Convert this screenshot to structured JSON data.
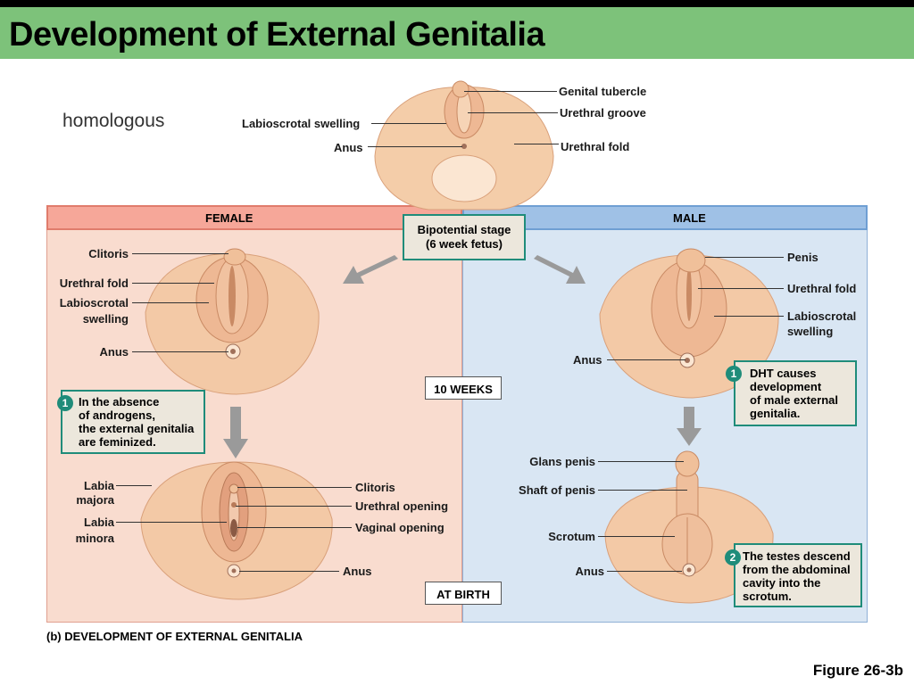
{
  "slide": {
    "title": "Development of External Genitalia",
    "annotation": "homologous",
    "caption": "(b) DEVELOPMENT OF EXTERNAL GENITALIA",
    "figure_ref": "Figure 26-3b"
  },
  "colors": {
    "title_bar": "#7dc27a",
    "female_panel": "#f9dccf",
    "female_header": "#f6a799",
    "male_panel": "#d9e6f3",
    "male_header": "#9fc1e6",
    "callout_border": "#1f8c7a",
    "skin": "#f3c9a6"
  },
  "bipotential": {
    "stage_label_line1": "Bipotential stage",
    "stage_label_line2": "(6 week fetus)",
    "labels": {
      "genital_tubercle": "Genital tubercle",
      "urethral_groove": "Urethral groove",
      "urethral_fold": "Urethral fold",
      "labioscrotal_swelling": "Labioscrotal swelling",
      "anus": "Anus"
    }
  },
  "female": {
    "header": "FEMALE",
    "week10_labels": {
      "clitoris": "Clitoris",
      "urethral_fold": "Urethral fold",
      "labioscrotal_1": "Labioscrotal",
      "labioscrotal_2": "swelling",
      "anus": "Anus"
    },
    "callout": {
      "number": "1",
      "lines": [
        "In the absence",
        "of androgens,",
        "the external genitalia",
        "are feminized."
      ]
    },
    "birth_labels": {
      "labia_majora_1": "Labia",
      "labia_majora_2": "majora",
      "labia_minora_1": "Labia",
      "labia_minora_2": "minora",
      "clitoris": "Clitoris",
      "urethral_opening": "Urethral opening",
      "vaginal_opening": "Vaginal opening",
      "anus": "Anus"
    }
  },
  "male": {
    "header": "MALE",
    "week10_labels": {
      "penis": "Penis",
      "urethral_fold": "Urethral fold",
      "labioscrotal_1": "Labioscrotal",
      "labioscrotal_2": "swelling",
      "anus": "Anus"
    },
    "callout1": {
      "number": "1",
      "lines": [
        "DHT causes",
        "development",
        "of male external",
        "genitalia."
      ]
    },
    "birth_labels": {
      "glans_penis": "Glans penis",
      "shaft_of_penis": "Shaft of penis",
      "scrotum": "Scrotum",
      "anus": "Anus"
    },
    "callout2": {
      "number": "2",
      "lines": [
        "The testes descend",
        "from the abdominal",
        "cavity into the",
        "scrotum."
      ]
    }
  },
  "stages": {
    "week10": "10 WEEKS",
    "birth": "AT BIRTH"
  }
}
